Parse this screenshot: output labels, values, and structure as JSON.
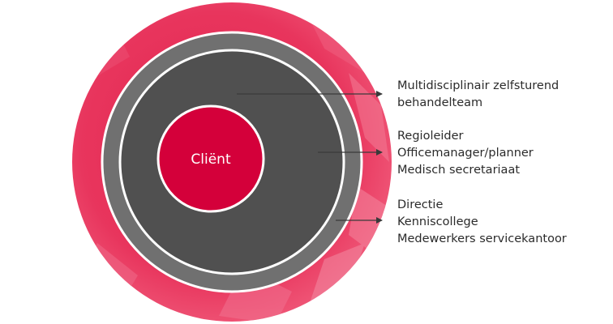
{
  "center": {
    "label": "Cliënt"
  },
  "rings": [
    {
      "name": "center",
      "color": "#d4003a"
    },
    {
      "name": "inner-ring",
      "color": "#505050"
    },
    {
      "name": "middle-ring",
      "color": "#707070"
    },
    {
      "name": "outer-ring",
      "color": "#e8315a"
    }
  ],
  "groups": [
    {
      "lines": [
        "Multidisciplinair zelfsturend",
        "behandelteam"
      ]
    },
    {
      "lines": [
        "Regioleider",
        "Officemanager/planner",
        "Medisch secretariaat"
      ]
    },
    {
      "lines": [
        "Directie",
        "Kenniscollege",
        "Medewerkers servicekantoor"
      ]
    }
  ],
  "colors": {
    "arrow": "#3a3a3a",
    "separator": "#ffffff",
    "text": "#2b2b2b"
  }
}
